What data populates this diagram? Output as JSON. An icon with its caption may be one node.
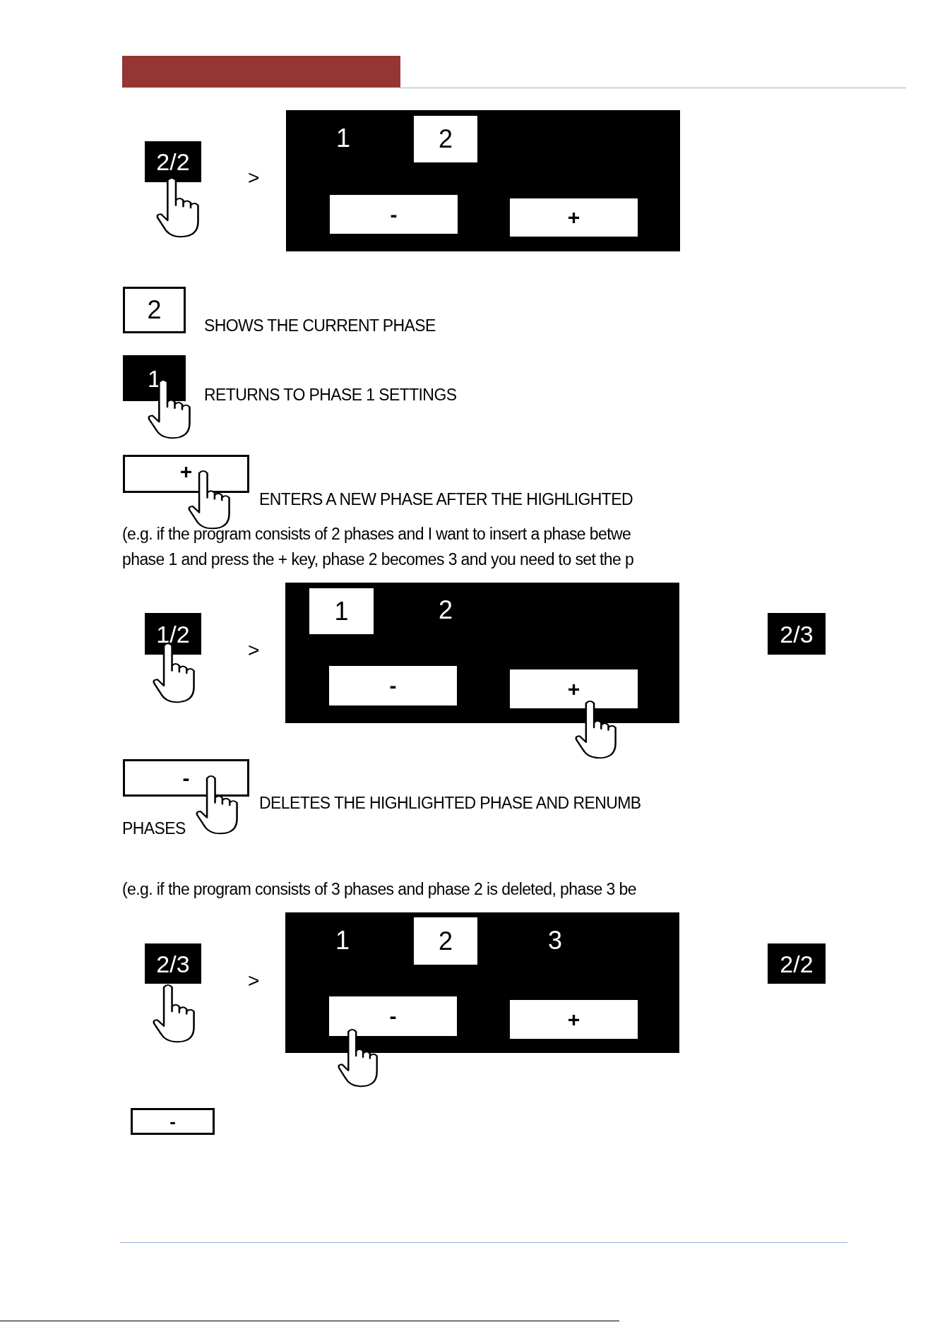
{
  "diagram": {
    "nodes": [
      {
        "text": [
          "2/2"
        ]
      },
      {
        "text": [],
        "shape": "box"
      },
      {
        "text": [
          "2"
        ],
        "in": 1
      },
      {
        "text": [
          "-"
        ],
        "in": 1
      },
      {
        "text": [
          "+"
        ],
        "in": 1
      },
      {
        "text": [
          "2"
        ],
        "beside": [
          "SHOWS THE CURRENT PHASE"
        ]
      },
      {
        "text": [
          "1"
        ],
        "beside": [
          "RETURNS TO PHASE 1 SETTINGS"
        ]
      },
      {
        "text": [
          "+"
        ],
        "beside": [
          "ENTERS A NEW PHASE AFTER THE HIGHLIGHTED"
        ]
      },
      {
        "text": [
          "1/2"
        ]
      },
      {
        "text": [],
        "shape": "box"
      },
      {
        "text": [
          "1"
        ],
        "in": 9
      },
      {
        "text": [
          "-"
        ],
        "in": 9
      },
      {
        "text": [
          "+"
        ],
        "in": 9
      },
      {
        "text": [
          "2/3"
        ]
      },
      {
        "text": [
          "-"
        ],
        "beside": [
          "DELETES THE HIGHLIGHTED PHASE AND RENUMB"
        ]
      },
      {
        "text": [
          "2/3"
        ]
      },
      {
        "text": [],
        "shape": "box"
      },
      {
        "text": [
          "2"
        ],
        "in": 16
      },
      {
        "text": [
          "-"
        ],
        "in": 16
      },
      {
        "text": [
          "+"
        ],
        "in": 16
      },
      {
        "text": [
          "2/2"
        ]
      },
      {
        "text": [
          "-"
        ]
      }
    ],
    "labels": [
      "1",
      ">",
      "(e.g. if the program consists of 2 phases and I want to insert a phase betwe",
      "phase 1 and press the + key, phase 2 becomes 3 and you need to set the p",
      "2",
      ">",
      "PHASES",
      "(e.g. if the program consists of 3 phases and phase 2 is deleted, phase 3 be",
      "1",
      "3",
      ">"
    ]
  }
}
